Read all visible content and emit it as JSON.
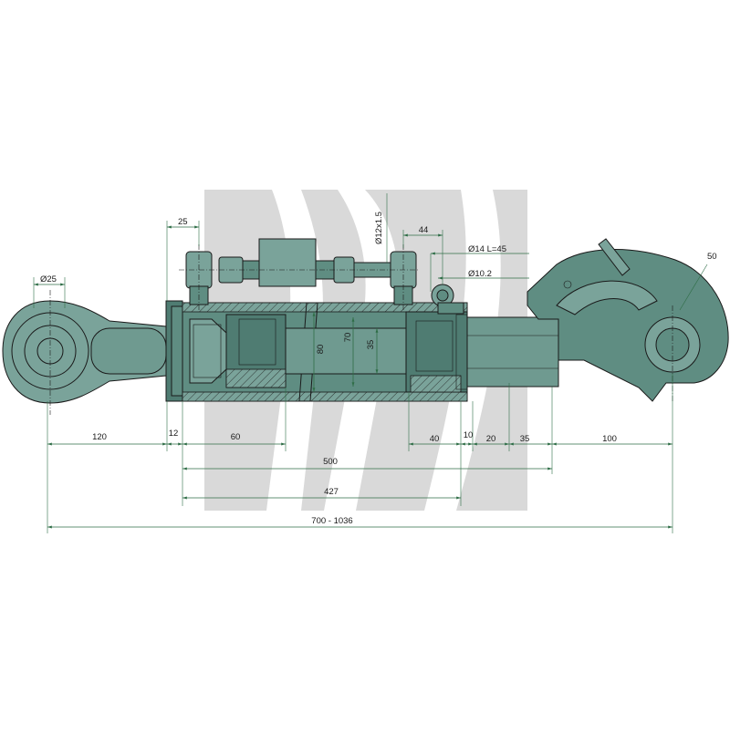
{
  "dimensions": {
    "eye_diameter": "Ø25",
    "top_port_offset": "25",
    "port_thread": "Ø12x1.5",
    "port_spacing": "44",
    "pin_spec": "Ø14 L=45",
    "pin_hole": "Ø10.2",
    "hook_size": "50",
    "bore_outer": "80",
    "bore_inner": "70",
    "rod_diameter": "35",
    "seg_eye": "120",
    "seg_cap": "12",
    "seg_front": "60",
    "seg_rear": "40",
    "seg_gland": "10",
    "seg_20": "20",
    "seg_35": "35",
    "seg_hook": "100",
    "stroke_total": "500",
    "tube_length": "427",
    "overall_length": "700 - 1036"
  }
}
